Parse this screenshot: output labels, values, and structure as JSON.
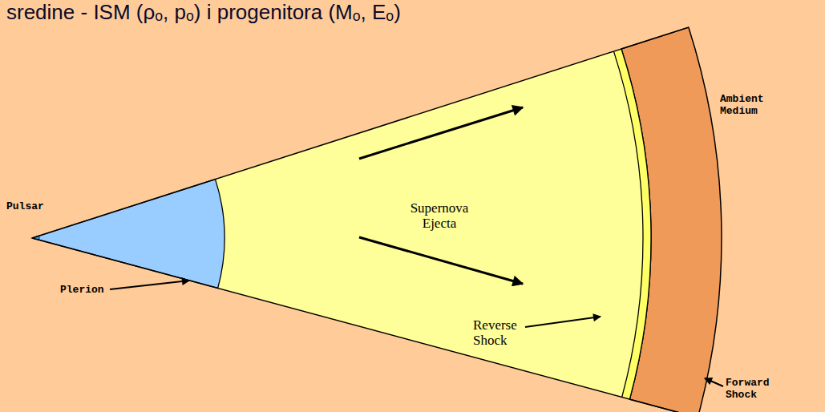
{
  "diagram": {
    "labels": [
      "sredine - ISM (ρₒ, pₒ) i progenitora (Mₒ, Eₒ)",
      "Pulsar",
      "Plerion",
      "Supernova Ejecta",
      "Reverse Shock",
      "Ambient Medium",
      "Forward Shock"
    ]
  }
}
